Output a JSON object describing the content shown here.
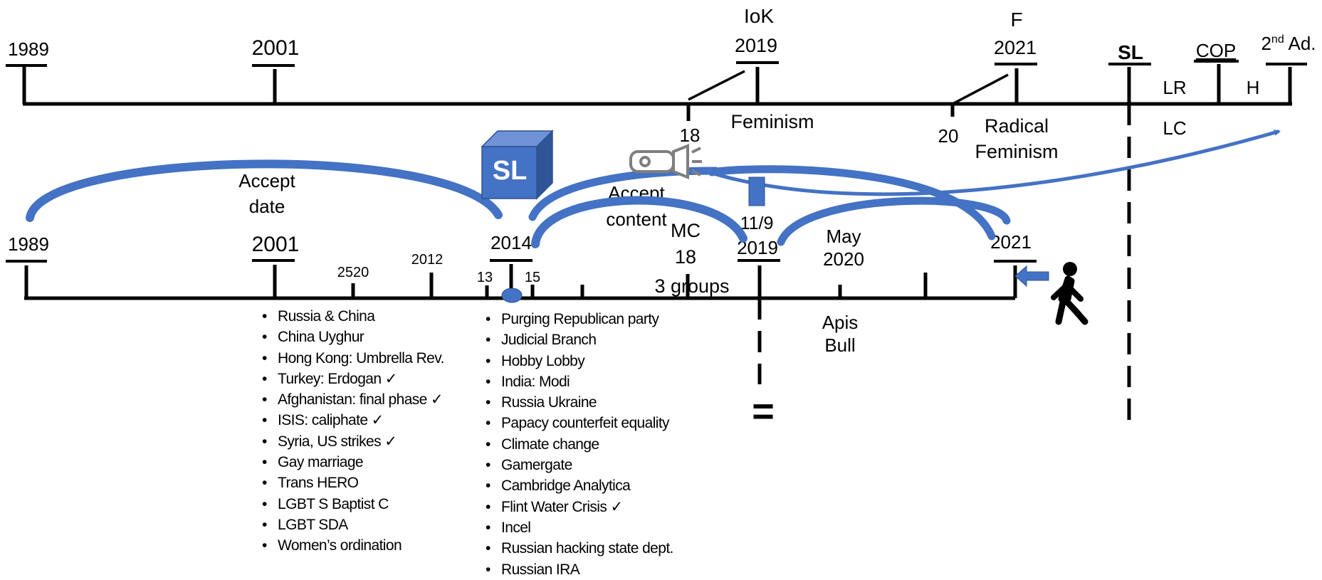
{
  "top_timeline": {
    "years": [
      "1989",
      "2001",
      "2019",
      "2021"
    ],
    "ticks": {
      "t18": "18",
      "t20": "20",
      "sl": "SL"
    },
    "above": {
      "iok": "IoK",
      "f": "F",
      "cop": "COP",
      "second_ad": "2nd Ad."
    },
    "segments": {
      "lr": "LR",
      "h": "H",
      "lc": "LC",
      "feminism": "Feminism",
      "radical": "Radical",
      "radical2": "Feminism"
    }
  },
  "bottom_timeline": {
    "years": [
      "1989",
      "2001",
      "2014",
      "2019",
      "2021"
    ],
    "minor": {
      "m2520": "2520",
      "m2012": "2012",
      "m13": "13",
      "m15": "15"
    },
    "labels": {
      "accept": "Accept",
      "date": "date",
      "content": "content",
      "mc": "MC",
      "mc18": "18",
      "groups": "3 groups",
      "d119": "11/9",
      "may": "May",
      "y2020": "2020",
      "apis": "Apis",
      "bull": "Bull",
      "equals": "="
    },
    "cube_label": "SL"
  },
  "list_2001": [
    "Russia & China",
    "China  Uyghur",
    "Hong Kong: Umbrella Rev.",
    "Turkey: Erdogan ✓",
    "Afghanistan: final phase ✓",
    "ISIS: caliphate ✓",
    "Syria, US strikes  ✓",
    "Gay marriage",
    "Trans HERO",
    "LGBT S Baptist C",
    "LGBT SDA",
    "Women’s ordination"
  ],
  "list_2014": [
    "Purging Republican party",
    "Judicial Branch",
    "Hobby Lobby",
    "India:  Modi",
    "Russia Ukraine",
    "Papacy counterfeit equality",
    "Climate change",
    "Gamergate",
    "Cambridge Analytica",
    "Flint Water Crisis  ✓",
    "Incel",
    "Russian hacking state dept.",
    "Russian IRA"
  ],
  "colors": {
    "line": "#000000",
    "arrow": "#4472c4",
    "arrow_dark": "#2f528f",
    "cube_front": "#4472c4",
    "cube_top": "#6f93d6",
    "cube_side": "#2f5597",
    "flashlight": "#7f7f7f"
  },
  "icons": [
    "cube-icon",
    "flashlight-icon",
    "walking-person-icon",
    "arrow-left-icon"
  ]
}
